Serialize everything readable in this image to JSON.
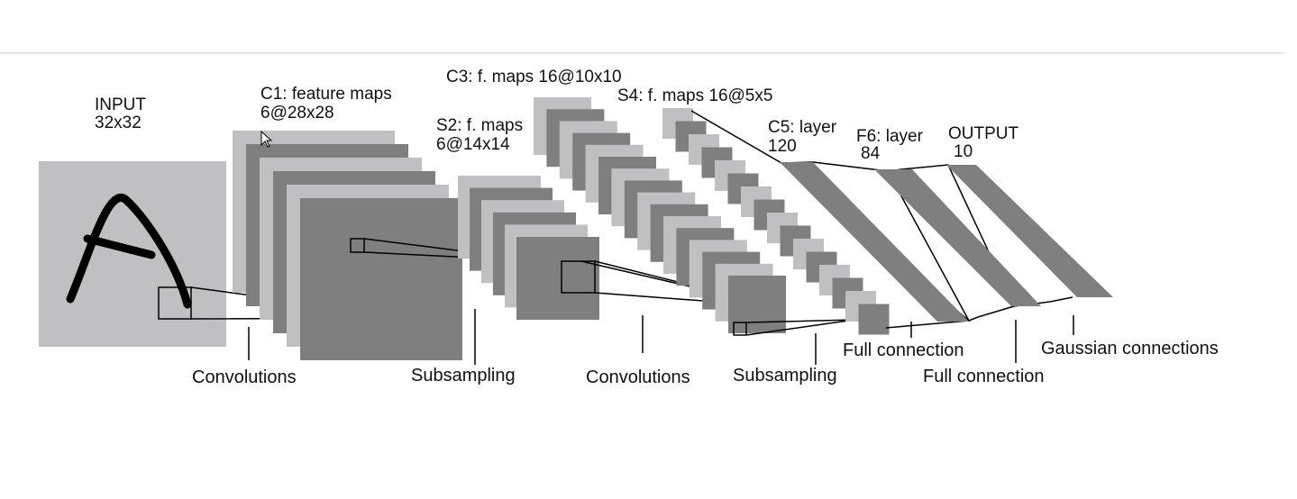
{
  "diagram": {
    "layers": [
      {
        "id": "input",
        "title": "INPUT",
        "size": "32x32"
      },
      {
        "id": "c1",
        "title": "C1: feature maps",
        "size": "6@28x28"
      },
      {
        "id": "s2",
        "title": "S2: f. maps",
        "size": "6@14x14"
      },
      {
        "id": "c3",
        "title": "C3: f. maps 16@10x10"
      },
      {
        "id": "s4",
        "title": "S4: f. maps 16@5x5"
      },
      {
        "id": "c5",
        "title": "C5: layer",
        "size": "120"
      },
      {
        "id": "f6",
        "title": "F6: layer",
        "size": "84"
      },
      {
        "id": "output",
        "title": "OUTPUT",
        "size": "10"
      }
    ],
    "operations": [
      "Convolutions",
      "Subsampling",
      "Convolutions",
      "Subsampling",
      "Full connection",
      "Full connection",
      "Gaussian connections"
    ],
    "input_glyph": "A"
  },
  "colors": {
    "light": "#c0c0c3",
    "dark": "#7f7f7f",
    "stroke": "#000000",
    "divider": "#e6e6e6"
  }
}
